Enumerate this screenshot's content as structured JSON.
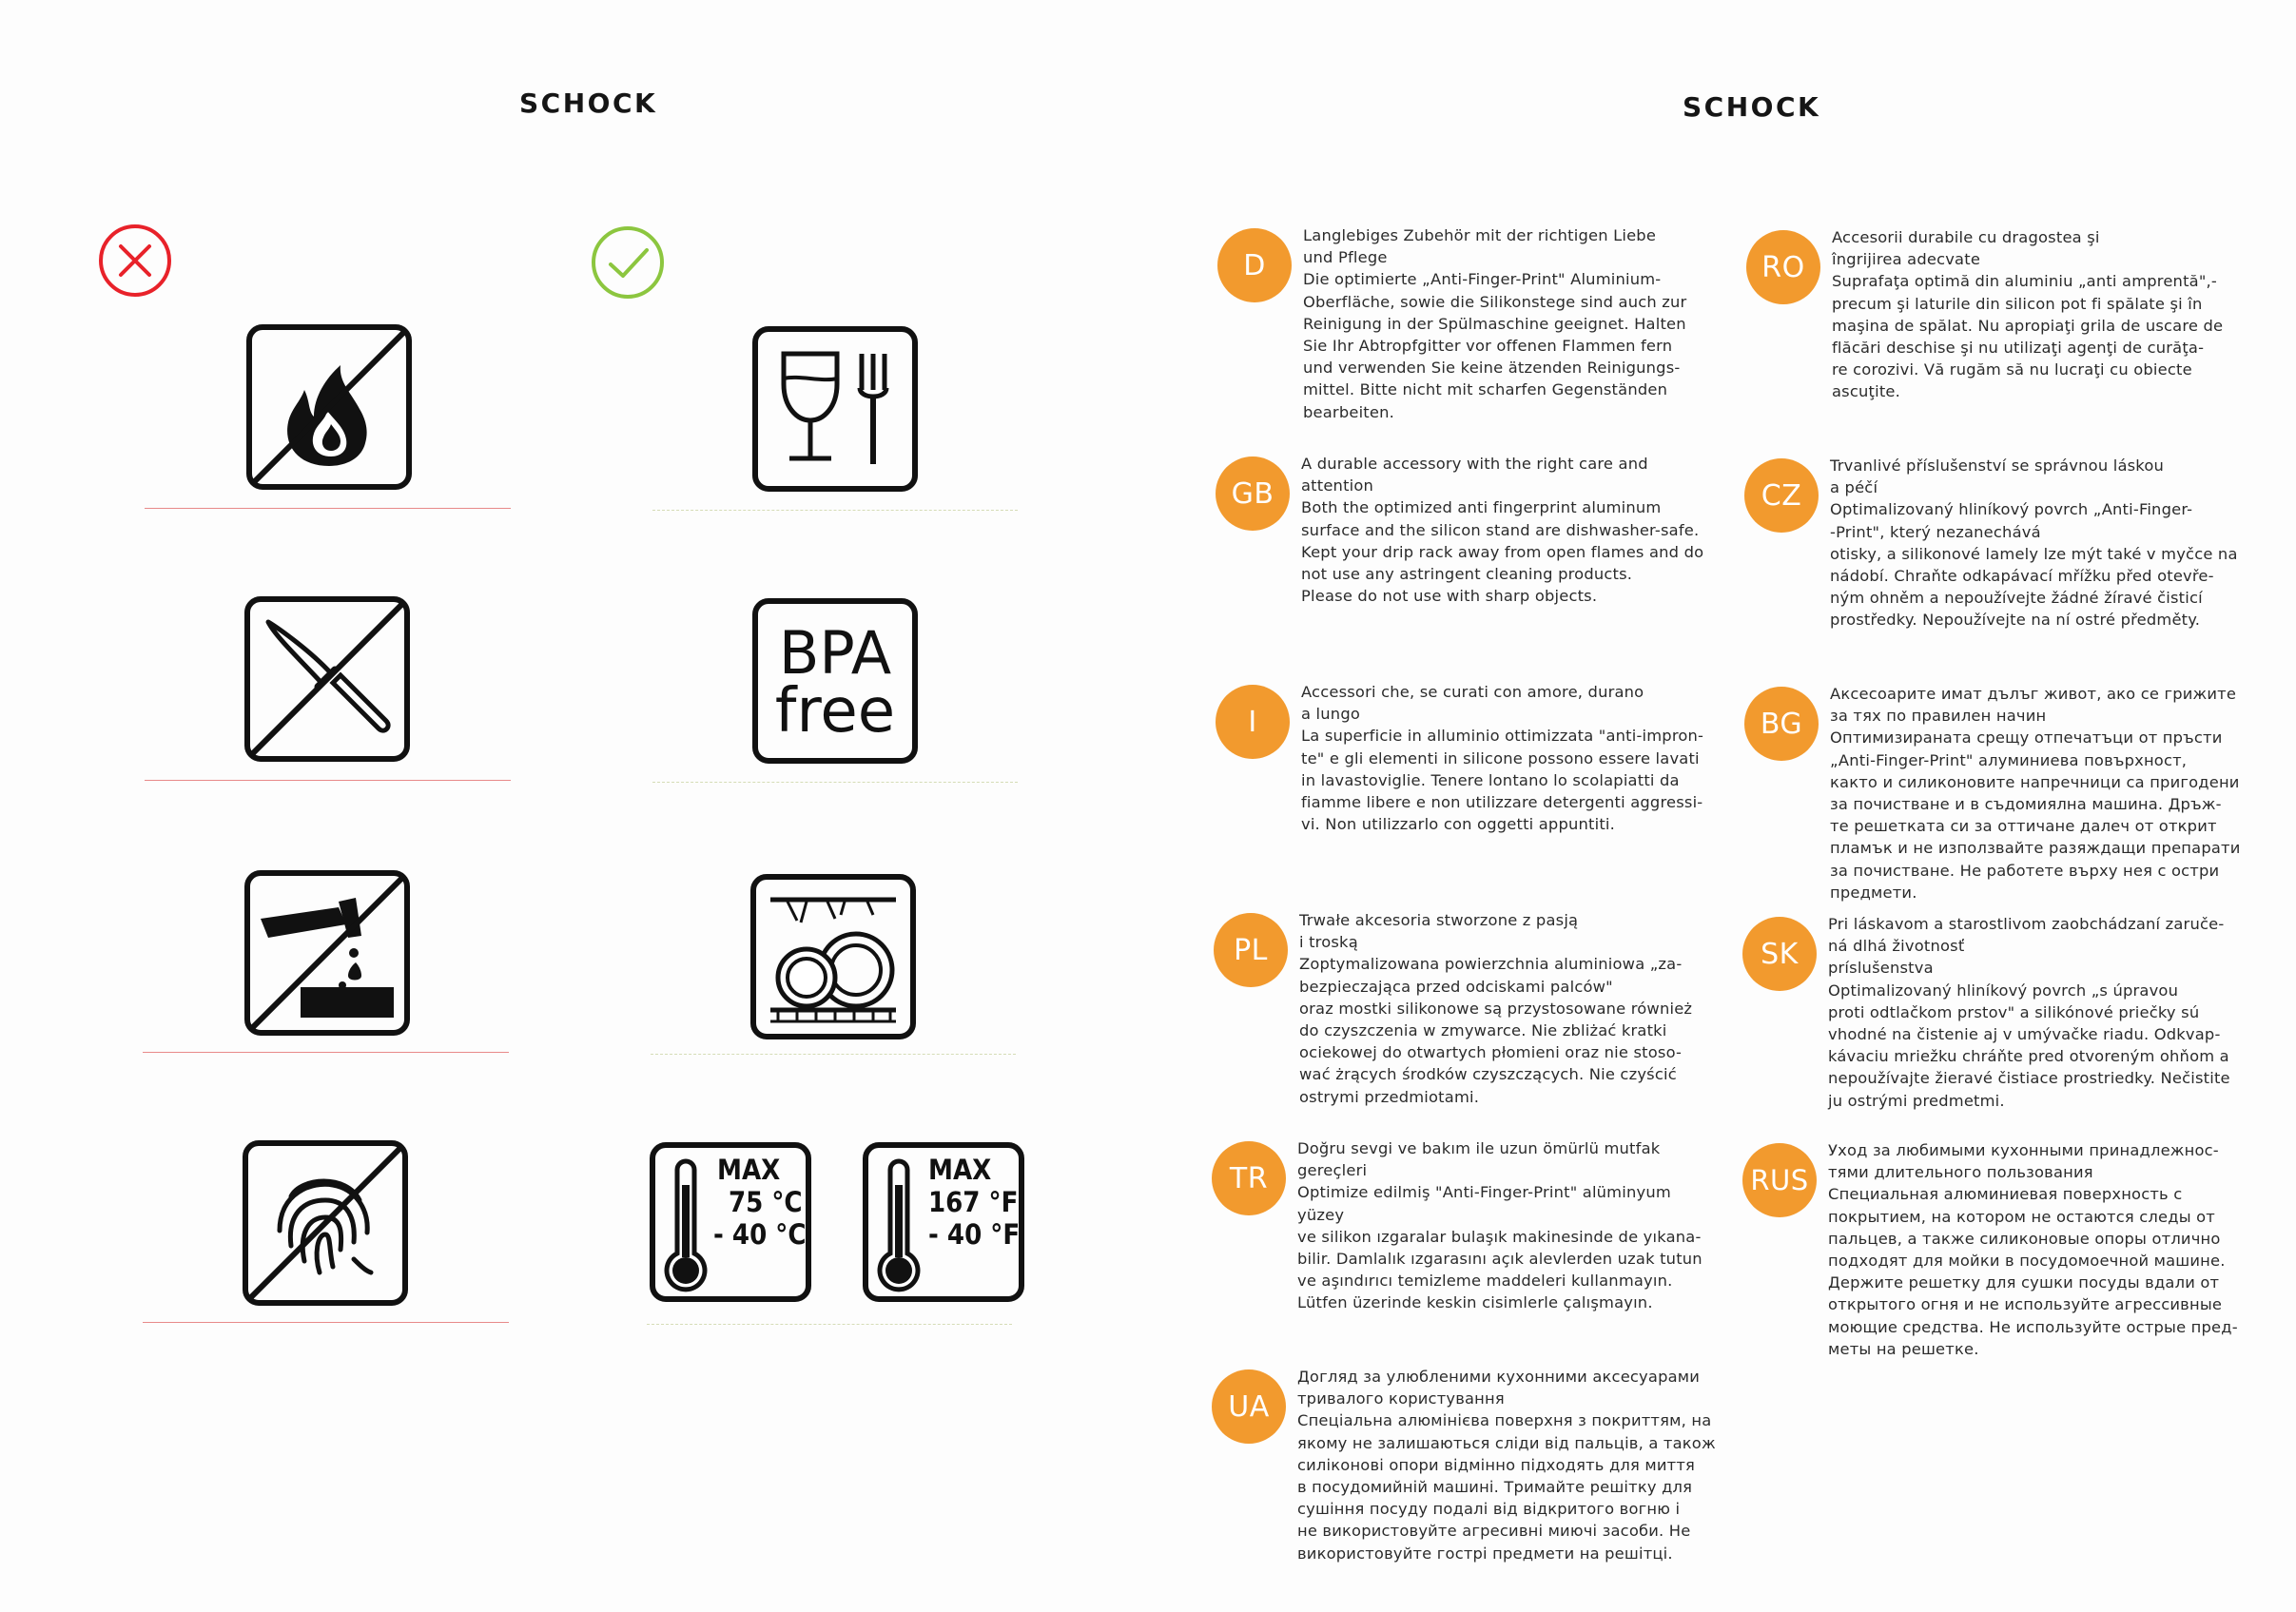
{
  "left_page": {
    "brand": "SCHOCK",
    "dont_icon": "x-circle-icon",
    "do_icon": "check-circle-icon",
    "colors": {
      "dont": "#e8222a",
      "do": "#8cc63f",
      "badge": "#f29a2e"
    },
    "dont_pictograms": [
      "no-open-flame-icon",
      "no-sharp-knife-icon",
      "no-corrosive-cleaner-icon",
      "no-fingerprint-icon"
    ],
    "do_pictograms": [
      "food-safe-glass-fork-icon",
      "bpa-free-icon",
      "dishwasher-safe-icon",
      "temperature-range-icons"
    ],
    "bpa": {
      "line1": "BPA",
      "line2": "free"
    },
    "temp_celsius": {
      "max_label": "MAX",
      "max": "75 °C",
      "min": "- 40 °C"
    },
    "temp_fahrenheit": {
      "max_label": "MAX",
      "max": "167 °F",
      "min": "- 40 °F"
    }
  },
  "right_page": {
    "brand": "SCHOCK",
    "entries": [
      {
        "code": "D",
        "lines": [
          "Langlebiges Zubehör mit der richtigen Liebe",
          "und Pflege",
          "Die optimierte „Anti-Finger-Print\" Aluminium-",
          "Oberfläche, sowie die Silikonstege sind auch zur",
          "Reinigung in der Spülmaschine geeignet. Halten",
          "Sie Ihr Abtropfgitter vor offenen Flammen fern",
          "und verwenden Sie keine ätzenden Reinigungs-",
          "mittel. Bitte nicht mit scharfen Gegenständen",
          "bearbeiten."
        ]
      },
      {
        "code": "GB",
        "lines": [
          "A durable accessory with the right care and",
          "attention",
          "Both the optimized anti fingerprint aluminum",
          "surface and the silicon stand are dishwasher-safe.",
          "Kept your drip rack away from open flames and do",
          "not use any astringent cleaning products.",
          "Please do not use with sharp objects."
        ]
      },
      {
        "code": "I",
        "lines": [
          "Accessori che, se curati con amore, durano",
          "a lungo",
          "La superficie in alluminio ottimizzata \"anti-impron-",
          "te\" e gli elementi in silicone possono essere lavati",
          "in lavastoviglie. Tenere lontano lo scolapiatti da",
          "fiamme libere e non utilizzare detergenti aggressi-",
          "vi. Non utilizzarlo con oggetti appuntiti."
        ]
      },
      {
        "code": "PL",
        "lines": [
          "Trwałe akcesoria stworzone z pasją",
          "i troską",
          "Zoptymalizowana powierzchnia aluminiowa „za-",
          "bezpieczająca przed odciskami palców\"",
          "oraz mostki silikonowe są przystosowane również",
          "do czyszczenia w zmywarce. Nie zbliżać kratki",
          "ociekowej do otwartych płomieni oraz nie stoso-",
          "wać żrących środków czyszczących. Nie czyścić",
          "ostrymi przedmiotami."
        ]
      },
      {
        "code": "TR",
        "lines": [
          "Doğru sevgi ve bakım ile uzun ömürlü mutfak",
          "gereçleri",
          "Optimize edilmiş \"Anti-Finger-Print\" alüminyum",
          "yüzey",
          "ve silikon ızgaralar bulaşık makinesinde de yıkana-",
          "bilir. Damlalık ızgarasını açık alevlerden uzak tutun",
          "ve aşındırıcı temizleme maddeleri kullanmayın.",
          "Lütfen üzerinde keskin cisimlerle çalışmayın."
        ]
      },
      {
        "code": "UA",
        "lines": [
          "Догляд за улюбленими кухонними аксесуарами",
          "тривалого користування",
          "Спеціальна алюмінієва поверхня з покриттям, на",
          "якому не залишаються сліди від пальців, а також",
          "силіконові опори відмінно підходять для миття",
          "в посудомийній машині. Тримайте решітку для",
          "сушіння посуду подалі від відкритого вогню і",
          "не використовуйте агресивні миючі засоби. Не",
          "використовуйте гострі предмети на решітці."
        ]
      },
      {
        "code": "RO",
        "lines": [
          "Accesorii durabile cu dragostea şi",
          "îngrijirea adecvate",
          "Suprafaţa optimă din aluminiu „anti amprentă\",-",
          "precum şi laturile din silicon pot fi spălate şi în",
          "maşina de spălat. Nu apropiaţi grila de uscare de",
          "flăcări deschise şi nu utilizaţi agenţi de curăţa-",
          "re corozivi. Vă rugăm să nu lucraţi cu obiecte",
          "ascuţite."
        ]
      },
      {
        "code": "CZ",
        "lines": [
          "Trvanlivé příslušenství se správnou láskou",
          "a péčí",
          "Optimalizovaný hliníkový povrch „Anti-Finger-",
          "-Print\", který nezanechává",
          "otisky, a silikonové lamely lze mýt také v myčce na",
          "nádobí. Chraňte odkapávací mřížku před otevře-",
          "ným ohněm a nepoužívejte žádné žíravé čisticí",
          "prostředky. Nepoužívejte na ní ostré předměty."
        ]
      },
      {
        "code": "BG",
        "lines": [
          "Аксесоарите имат дълъг живот, ако се грижите",
          "за тях по правилен начин",
          "Оптимизираната срещу отпечатъци от пръсти",
          "„Anti-Finger-Print\" алуминиева повърхност,",
          "както и силиконовите напречници са пригодени",
          "за почистване и в съдомиялна машина. Дръж-",
          "те решетката си за оттичане далеч от открит",
          "пламък и не използвайте разяждащи препарати",
          "за почистване. Не работете върху нея с остри",
          "предмети."
        ]
      },
      {
        "code": "SK",
        "lines": [
          "Pri láskavom a starostlivom zaobchádzaní zaruče-",
          "ná dlhá životnosť",
          "príslušenstva",
          "Optimalizovaný hliníkový povrch „s úpravou",
          "proti odtlačkom prstov\" a silikónové priečky sú",
          "vhodné na čistenie aj v umývačke riadu. Odkvap-",
          "kávaciu mriežku chráňte pred otvoreným ohňom a",
          "nepoužívajte žieravé čistiace prostriedky. Nečistite",
          "ju ostrými predmetmi."
        ]
      },
      {
        "code": "RUS",
        "lines": [
          "Уход за любимыми кухонными принадлежнос-",
          "тями длительного пользования",
          "Специальная алюминиевая поверхность с",
          "покрытием, на котором не остаются следы от",
          "пальцев, а также силиконовые опоры отлично",
          "подходят для мойки в посудомоечной машине.",
          "Держите решетку для сушки посуды вдали от",
          "открытого огня и не используйте агрессивные",
          "моющие средства. Не используйте острые пред-",
          "меты на решетке."
        ]
      }
    ]
  }
}
